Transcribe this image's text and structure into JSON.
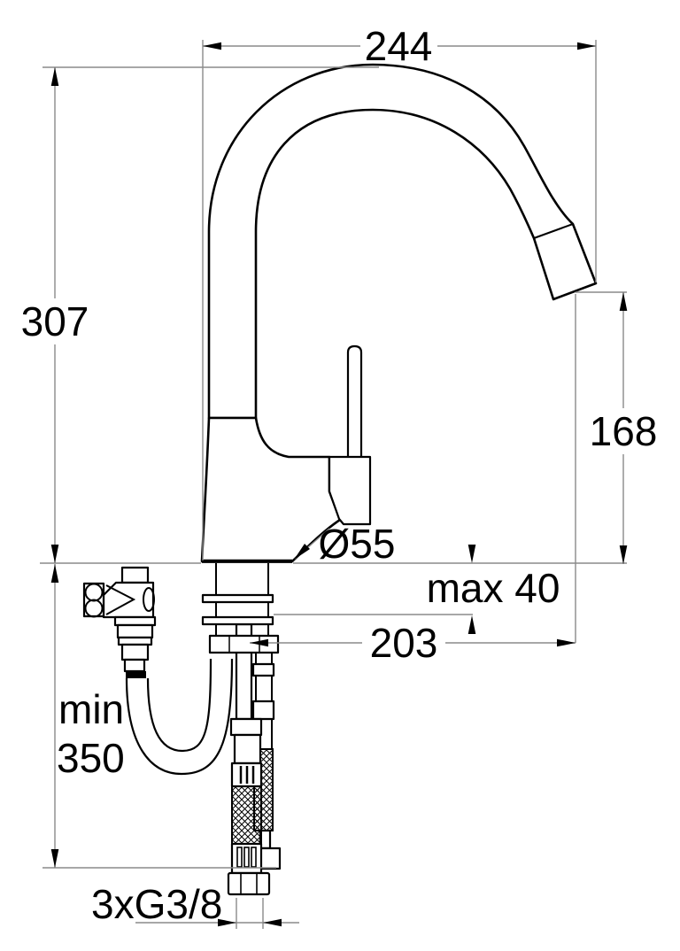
{
  "drawing": {
    "title": "Kitchen mixer tap installation dimension drawing",
    "units": "mm",
    "colors": {
      "object_line": "#000000",
      "dimension_line": "#8a8a8a",
      "background": "#ffffff"
    },
    "dimensions": {
      "spout_width": "244",
      "height_above_counter": "307",
      "outlet_height": "168",
      "max_counter_thickness": "max 40",
      "outlet_reach": "203",
      "base_diameter": "Ø55",
      "min_hose_label": "min",
      "min_hose_value": "350",
      "supply_thread": "3xG3/8"
    }
  }
}
